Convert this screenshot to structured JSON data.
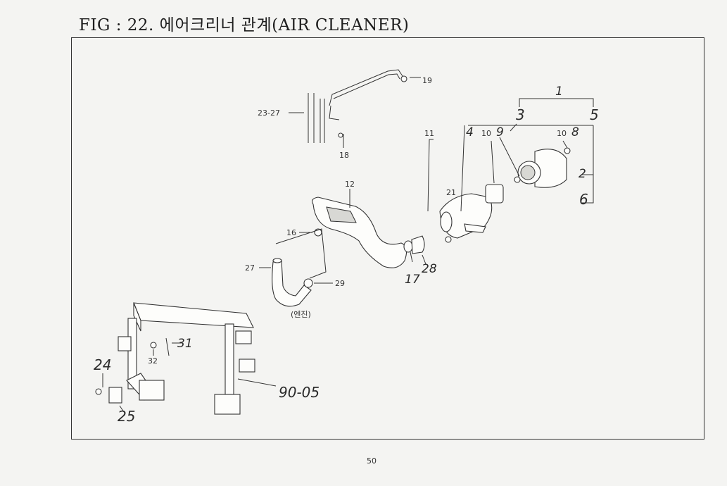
{
  "page": {
    "title": "FIG : 22. 에어크리너 관계(AIR CLEANER)",
    "page_number": "50"
  },
  "callouts": {
    "c1": "1",
    "c3": "3",
    "c5": "5",
    "c11": "11",
    "c4": "4",
    "c10a": "10",
    "c9": "9",
    "c10b": "10",
    "c8": "8",
    "c2": "2",
    "c6": "6",
    "c19": "19",
    "c23_27": "23-27",
    "c18": "18",
    "c12": "12",
    "c21": "21",
    "c16": "16",
    "c27": "27",
    "c29": "29",
    "c17": "17",
    "c28": "28",
    "engine": "(엔진)",
    "c31": "31",
    "c32": "32",
    "c24": "24",
    "c25": "25",
    "c90_05": "90-05"
  }
}
